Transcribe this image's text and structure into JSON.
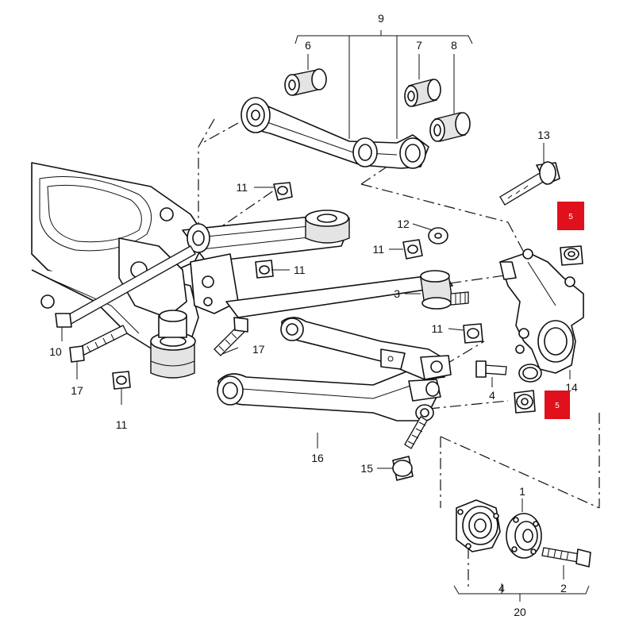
{
  "callouts": {
    "c1": "1",
    "c2": "2",
    "c3": "3",
    "c4a": "4",
    "c4b": "4",
    "c6": "6",
    "c7": "7",
    "c8": "8",
    "c9": "9",
    "c10": "10",
    "c11a": "11",
    "c11b": "11",
    "c11c": "11",
    "c11d": "11",
    "c11e": "11",
    "c12": "12",
    "c13": "13",
    "c14": "14",
    "c15": "15",
    "c16": "16",
    "c17a": "17",
    "c17b": "17",
    "c20": "20"
  },
  "highlights": {
    "h5a": "5",
    "h5b": "5"
  },
  "colors": {
    "highlight": "#e0101c",
    "line": "#111111"
  }
}
